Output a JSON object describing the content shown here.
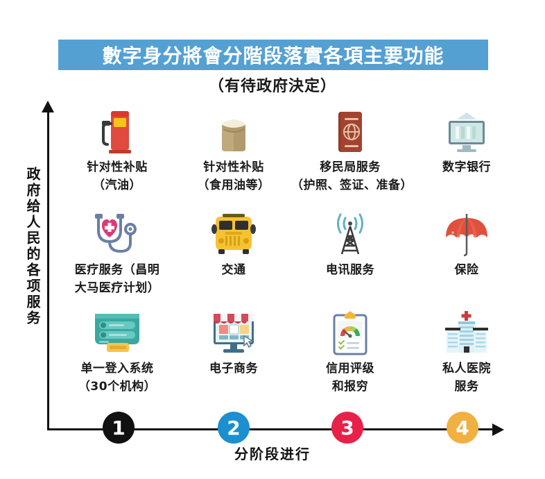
{
  "header": {
    "title": "數字身分將會分階段落實各項主要功能",
    "subtitle": "（有待政府決定）",
    "title_bg": "#55a0d3",
    "title_color": "#ffffff"
  },
  "axes": {
    "y_label": "政府给人民的各项服务",
    "x_label": "分阶段进行",
    "axis_color": "#111111"
  },
  "chart_data": {
    "type": "table",
    "title": "數字身分將會分階段落實各項主要功能",
    "subtitle": "（有待政府決定）",
    "xlabel": "分阶段进行",
    "ylabel": "政府给人民的各项服务",
    "categories": [
      "1",
      "2",
      "3",
      "4"
    ],
    "rows": 3,
    "columns": 4,
    "stages": [
      {
        "number": "1",
        "color": "#111111"
      },
      {
        "number": "2",
        "color": "#1b8fd0"
      },
      {
        "number": "3",
        "color": "#e8214b"
      },
      {
        "number": "4",
        "color": "#f0b042"
      }
    ],
    "items": [
      {
        "row": 1,
        "col": 1,
        "icon": "fuel-pump-icon",
        "label": "针对性补贴\n（汽油）"
      },
      {
        "row": 1,
        "col": 2,
        "icon": "rice-sack-icon",
        "label": "针对性补贴\n（食用油等）"
      },
      {
        "row": 1,
        "col": 3,
        "icon": "passport-icon",
        "label": "移民局服务\n（护照、签证、准备）"
      },
      {
        "row": 1,
        "col": 4,
        "icon": "digital-bank-icon",
        "label": "数字银行"
      },
      {
        "row": 2,
        "col": 1,
        "icon": "stethoscope-heart-icon",
        "label": "医疗服务（昌明\n大马医疗计划）"
      },
      {
        "row": 2,
        "col": 2,
        "icon": "school-bus-icon",
        "label": "交通"
      },
      {
        "row": 2,
        "col": 3,
        "icon": "cell-tower-icon",
        "label": "电讯服务"
      },
      {
        "row": 2,
        "col": 4,
        "icon": "umbrella-icon",
        "label": "保险"
      },
      {
        "row": 3,
        "col": 1,
        "icon": "single-login-icon",
        "label": "单一登入系统\n（30个机构）"
      },
      {
        "row": 3,
        "col": 2,
        "icon": "ecommerce-shop-icon",
        "label": "电子商务"
      },
      {
        "row": 3,
        "col": 3,
        "icon": "credit-score-icon",
        "label": "信用评级\n和报穷"
      },
      {
        "row": 3,
        "col": 4,
        "icon": "hospital-icon",
        "label": "私人医院\n服务"
      }
    ]
  }
}
